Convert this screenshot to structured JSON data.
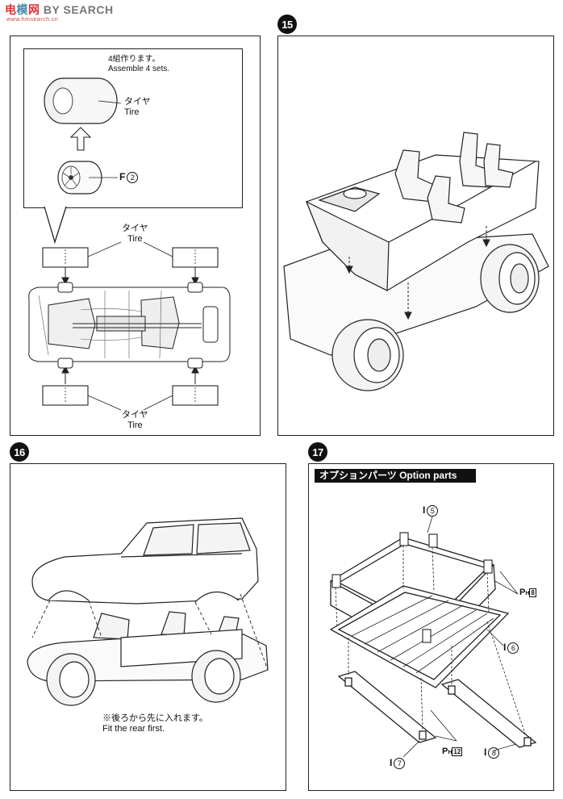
{
  "watermark": {
    "part1": "电",
    "part2": "模",
    "part3": "网",
    "text": "BY SEARCH",
    "sub": "www.hmsearch.cn"
  },
  "steps": {
    "s15": "15",
    "s16": "16",
    "s17": "17"
  },
  "step14": {
    "instruction_jp": "4組作ります。",
    "instruction_en": "Assemble 4 sets.",
    "tire_jp": "タイヤ",
    "tire_en": "Tire",
    "part_letter": "F",
    "part_num": "2",
    "top_tire_jp": "タイヤ",
    "top_tire_en": "Tire",
    "bottom_tire_jp": "タイヤ",
    "bottom_tire_en": "Tire"
  },
  "step16": {
    "note_jp": "※後ろから先に入れます。",
    "note_en": "Fit the rear first."
  },
  "step17": {
    "option_title": "オプションパーツ Option parts",
    "i5_letter": "I",
    "i5_num": "5",
    "i6_letter": "I",
    "i6_num": "6",
    "i7_letter": "I",
    "i7_num": "7",
    "i8_letter": "I",
    "i8_num": "8",
    "ph8_letter": "P",
    "ph8_sub": "H",
    "ph8_num": "8",
    "ph12_letter": "P",
    "ph12_sub": "H",
    "ph12_num": "12"
  }
}
